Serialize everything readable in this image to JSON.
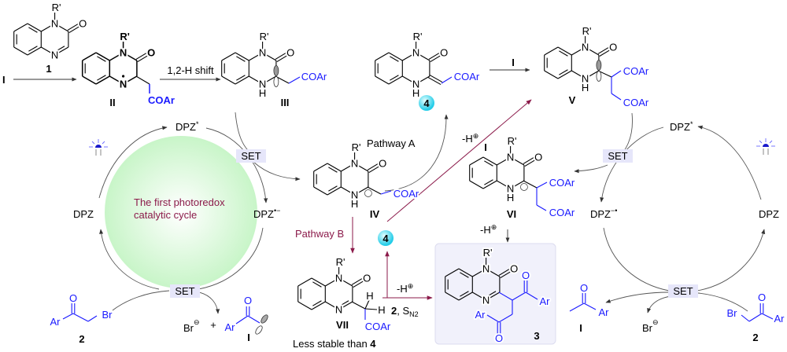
{
  "atoms": {
    "R": "R'",
    "N": "N",
    "H": "H",
    "O": "O",
    "COAr": "COAr",
    "Ar": "Ar",
    "Br": "Br",
    "plus": "+"
  },
  "labels": {
    "I": "I",
    "c1": "1",
    "c2": "2",
    "c3": "3",
    "c4": "4",
    "II": "II",
    "III": "III",
    "IV": "IV",
    "V": "V",
    "VI": "VI",
    "VII": "VII"
  },
  "reactions": {
    "shift": "1,2-H shift",
    "deprot": "-H",
    "charge_plus": "⊕",
    "charge_minus": "⊖",
    "sn2_reagent": "2",
    "sn2_sep": ", S",
    "sn2_sub": "N2",
    "pathway_a": "Pathway A",
    "pathway_b": "Pathway B",
    "set": "SET"
  },
  "catalyst": {
    "dpz": "DPZ",
    "star": "*",
    "rad_anion_left": "•−",
    "rad_anion_right": "−•"
  },
  "cycle_text": [
    "The first photoredox",
    "catalytic cycle"
  ],
  "note": {
    "text": "Less stable than ",
    "ref": "4"
  },
  "colors": {
    "substituent": "#1a1aff",
    "pathway": "#8b1a4a",
    "cycle_fill": "#c8f5c8",
    "badge": "#33d6f0",
    "set_box": "#e6e6fa",
    "product_box": "#f1f1fb"
  }
}
